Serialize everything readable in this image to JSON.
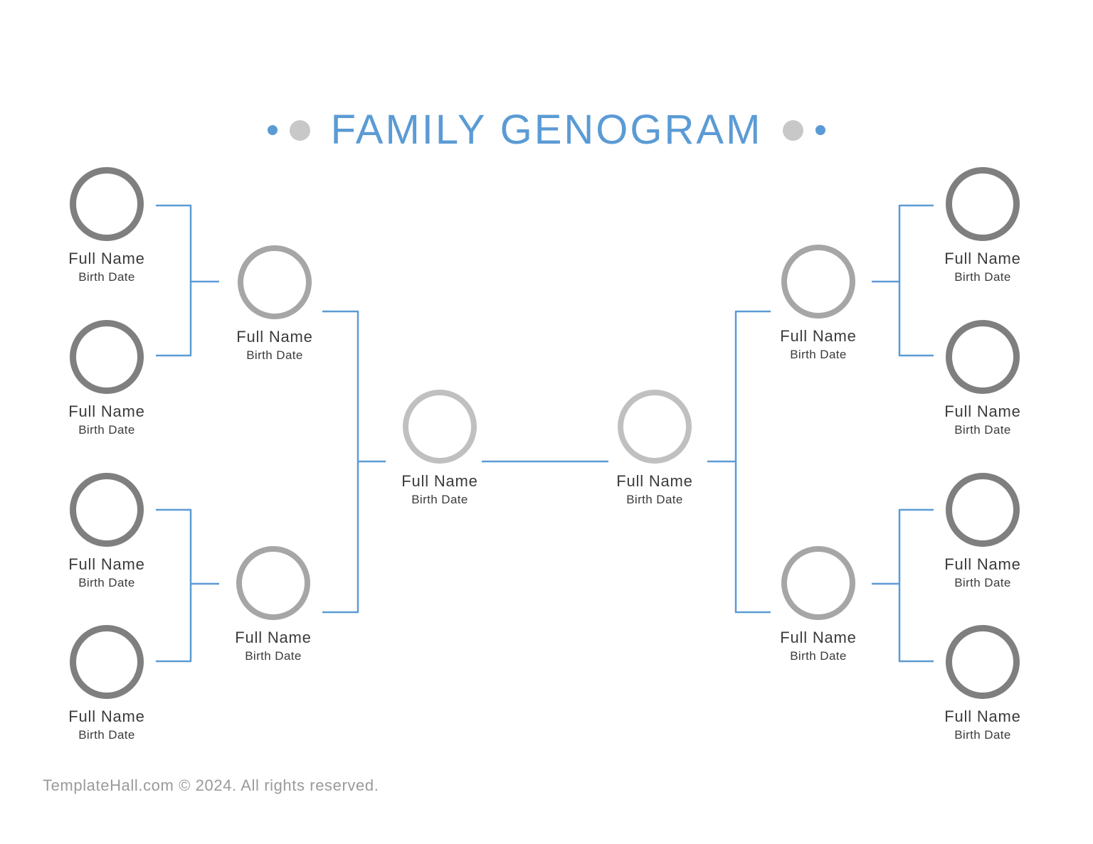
{
  "page": {
    "title": "FAMILY GENOGRAM",
    "footer": "TemplateHall.com © 2024. All rights reserved."
  },
  "colors": {
    "accent_blue": "#5B9BD5",
    "line_blue": "#5B9BD5",
    "title_dot_gray": "#C8C8C8",
    "grandparent_ring": "#7F7F7F",
    "parent_ring": "#A6A6A6",
    "center_ring": "#C0C0C0",
    "label_text": "#3B3B3B",
    "footer_text": "#9A9A9A"
  },
  "nodes": [
    {
      "id": "grandparent-left-1",
      "generation": "grandparent",
      "name_label": "Full Name",
      "birth_label": "Birth Date"
    },
    {
      "id": "grandparent-left-2",
      "generation": "grandparent",
      "name_label": "Full Name",
      "birth_label": "Birth Date"
    },
    {
      "id": "grandparent-left-3",
      "generation": "grandparent",
      "name_label": "Full Name",
      "birth_label": "Birth Date"
    },
    {
      "id": "grandparent-left-4",
      "generation": "grandparent",
      "name_label": "Full Name",
      "birth_label": "Birth Date"
    },
    {
      "id": "parent-left-1",
      "generation": "parent",
      "name_label": "Full Name",
      "birth_label": "Birth Date"
    },
    {
      "id": "parent-left-2",
      "generation": "parent",
      "name_label": "Full Name",
      "birth_label": "Birth Date"
    },
    {
      "id": "center-person-left",
      "generation": "center",
      "name_label": "Full Name",
      "birth_label": "Birth Date"
    },
    {
      "id": "center-person-right",
      "generation": "center",
      "name_label": "Full Name",
      "birth_label": "Birth Date"
    },
    {
      "id": "parent-right-1",
      "generation": "parent",
      "name_label": "Full Name",
      "birth_label": "Birth Date"
    },
    {
      "id": "parent-right-2",
      "generation": "parent",
      "name_label": "Full Name",
      "birth_label": "Birth Date"
    },
    {
      "id": "grandparent-right-1",
      "generation": "grandparent",
      "name_label": "Full Name",
      "birth_label": "Birth Date"
    },
    {
      "id": "grandparent-right-2",
      "generation": "grandparent",
      "name_label": "Full Name",
      "birth_label": "Birth Date"
    },
    {
      "id": "grandparent-right-3",
      "generation": "grandparent",
      "name_label": "Full Name",
      "birth_label": "Birth Date"
    },
    {
      "id": "grandparent-right-4",
      "generation": "grandparent",
      "name_label": "Full Name",
      "birth_label": "Birth Date"
    }
  ]
}
